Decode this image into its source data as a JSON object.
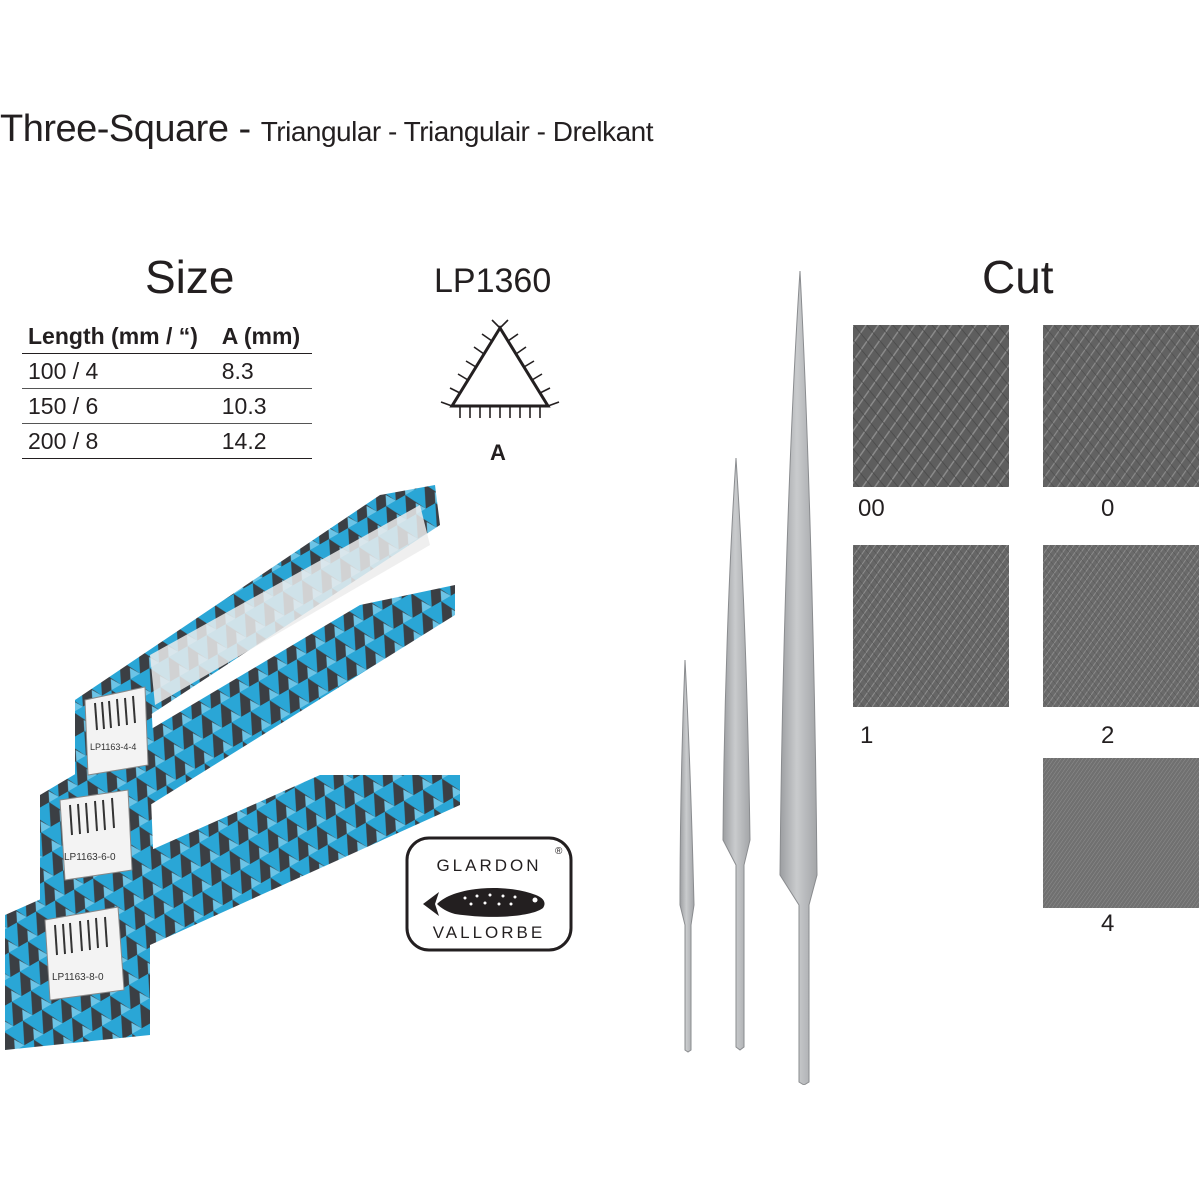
{
  "title": {
    "main": "Three-Square - ",
    "sub": "Triangular - Triangulair - Drelkant"
  },
  "size": {
    "heading": "Size",
    "columns": [
      "Length (mm / “)",
      "A (mm)"
    ],
    "rows": [
      [
        "100 / 4",
        "8.3"
      ],
      [
        "150 / 6",
        "10.3"
      ],
      [
        "200 / 8",
        "14.2"
      ]
    ]
  },
  "model": "LP1360",
  "profile": {
    "label": "A"
  },
  "cut": {
    "heading": "Cut",
    "labels": [
      "00",
      "0",
      "1",
      "2",
      "4"
    ]
  },
  "logo": {
    "top": "GLARDON",
    "bottom": "VALLORBE",
    "mark": "®"
  },
  "boxes": {
    "labels": [
      "LP1163-4-4",
      "LP1163-6-0",
      "LP1163-8-0"
    ]
  },
  "colors": {
    "box_blue": "#2aa6d6",
    "box_dark": "#3b3f44",
    "file_grey": "#b4b6b8",
    "swatch_grey": "#6b6b6b"
  }
}
